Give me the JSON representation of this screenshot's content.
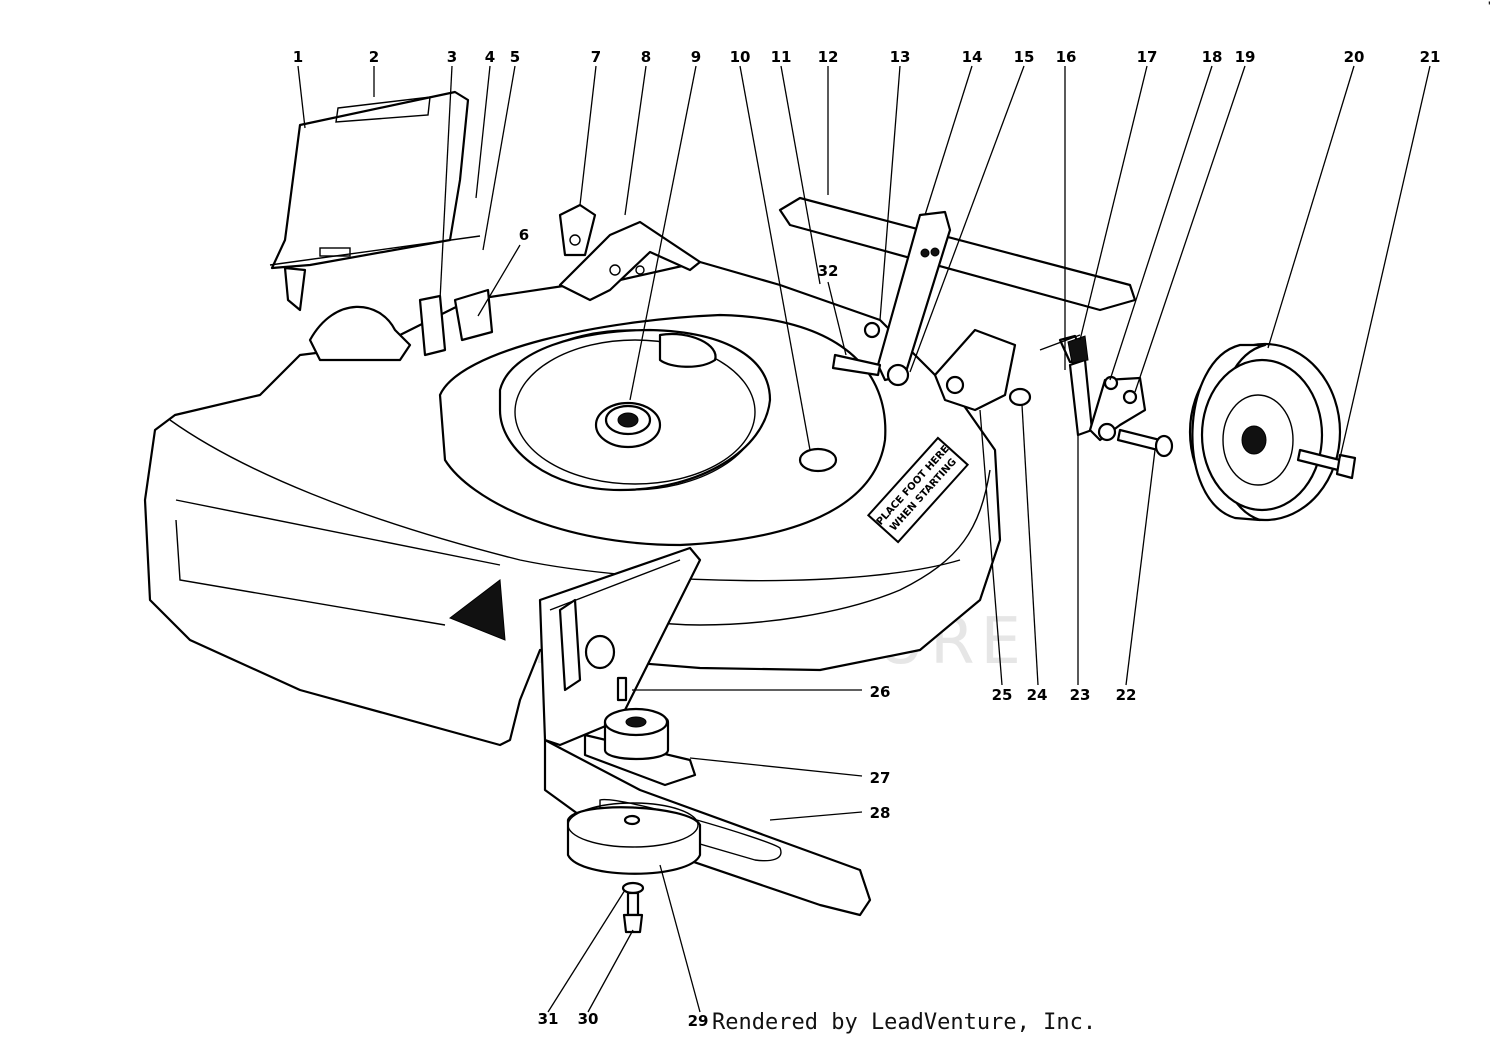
{
  "callouts": [
    {
      "id": "1",
      "label": "1"
    },
    {
      "id": "2",
      "label": "2"
    },
    {
      "id": "3",
      "label": "3"
    },
    {
      "id": "4",
      "label": "4"
    },
    {
      "id": "5",
      "label": "5"
    },
    {
      "id": "6",
      "label": "6"
    },
    {
      "id": "7",
      "label": "7"
    },
    {
      "id": "8",
      "label": "8"
    },
    {
      "id": "9",
      "label": "9"
    },
    {
      "id": "10",
      "label": "10"
    },
    {
      "id": "11",
      "label": "11"
    },
    {
      "id": "12",
      "label": "12"
    },
    {
      "id": "13",
      "label": "13"
    },
    {
      "id": "14",
      "label": "14"
    },
    {
      "id": "15",
      "label": "15"
    },
    {
      "id": "16",
      "label": "16"
    },
    {
      "id": "17",
      "label": "17"
    },
    {
      "id": "18",
      "label": "18"
    },
    {
      "id": "19",
      "label": "19"
    },
    {
      "id": "20",
      "label": "20"
    },
    {
      "id": "21",
      "label": "21"
    },
    {
      "id": "22",
      "label": "22"
    },
    {
      "id": "23",
      "label": "23"
    },
    {
      "id": "24",
      "label": "24"
    },
    {
      "id": "25",
      "label": "25"
    },
    {
      "id": "26",
      "label": "26"
    },
    {
      "id": "27",
      "label": "27"
    },
    {
      "id": "28",
      "label": "28"
    },
    {
      "id": "29",
      "label": "29"
    },
    {
      "id": "30",
      "label": "30"
    },
    {
      "id": "31",
      "label": "31"
    },
    {
      "id": "32",
      "label": "32"
    }
  ],
  "decal": {
    "line1": "PLACE FOOT HERE",
    "line2": "WHEN STARTING"
  },
  "watermark": "LEADVENTURE",
  "credit": "Rendered by LeadVenture, Inc.",
  "corner_mark": "'"
}
